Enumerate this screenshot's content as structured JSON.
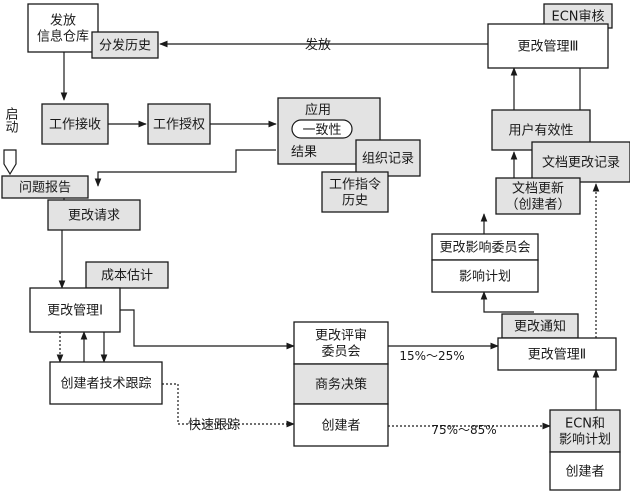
{
  "colors": {
    "box_white": "#ffffff",
    "box_gray": "#e3e3e3",
    "stroke": "#1a1a1a"
  },
  "labels": {
    "start_label": "启动",
    "send_label": "发放",
    "quick_track_label": "快速跟踪",
    "percent_15_25": "15%～25%",
    "percent_75_85": "75%～85%"
  },
  "nodes": {
    "release_warehouse": [
      "发放",
      "信息仓库"
    ],
    "release_history": [
      "分发历史"
    ],
    "ecn_review": [
      "ECN审核"
    ],
    "change_mgmt_3": [
      "更改管理Ⅲ"
    ],
    "work_receive": [
      "工作接收"
    ],
    "work_authorize": [
      "工作授权"
    ],
    "apply": [
      "应用"
    ],
    "consistency": [
      "一致性"
    ],
    "result": [
      "结果"
    ],
    "org_record": [
      "组织记录"
    ],
    "work_order_history": [
      "工作指令",
      "历史"
    ],
    "user_validity": [
      "用户有效性"
    ],
    "doc_change_record": [
      "文档更改记录"
    ],
    "problem_report": [
      "问题报告"
    ],
    "change_request": [
      "更改请求"
    ],
    "doc_update": [
      "文档更新",
      "（创建者）"
    ],
    "change_board_mid": [
      "更改影响委员会"
    ],
    "impact_plan": [
      "影响计划"
    ],
    "cost_estimate": [
      "成本估计"
    ],
    "change_mgmt_1": [
      "更改管理Ⅰ"
    ],
    "change_notice": [
      "更改通知"
    ],
    "change_review_board": [
      "更改评审",
      "委员会"
    ],
    "change_mgmt_2": [
      "更改管理Ⅱ"
    ],
    "business_decision": [
      "商务决策"
    ],
    "creator_tech_track": [
      "创建者技术跟踪"
    ],
    "creator_mid": [
      "创建者"
    ],
    "ecn_impact_plan": [
      "ECN和",
      "影响计划"
    ],
    "creator_right": [
      "创建者"
    ]
  }
}
